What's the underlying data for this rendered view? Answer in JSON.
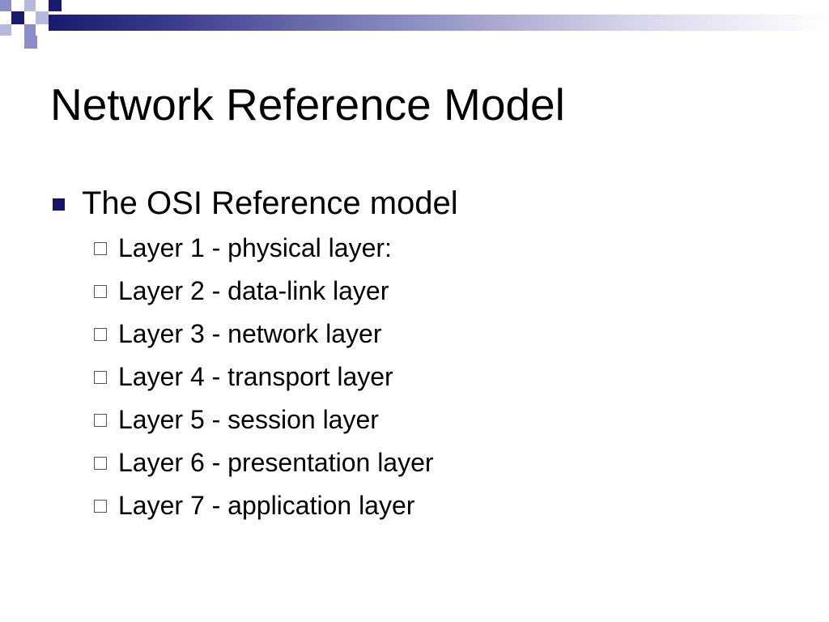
{
  "slide": {
    "title": "Network Reference Model",
    "bullets": [
      {
        "text": "The OSI Reference model",
        "sub_items": [
          "Layer 1 - physical layer:",
          "Layer 2 - data-link layer",
          "Layer 3 - network layer",
          "Layer 4 - transport layer",
          "Layer 5 - session layer",
          "Layer 6 - presentation layer",
          "Layer 7 - application layer"
        ]
      }
    ]
  },
  "colors": {
    "accent": "#1a1a6e",
    "header_light": "#b8b8dc",
    "text": "#000000"
  },
  "icons": {
    "bullet_level1": "filled-square-icon",
    "bullet_level2": "hollow-square-icon"
  }
}
